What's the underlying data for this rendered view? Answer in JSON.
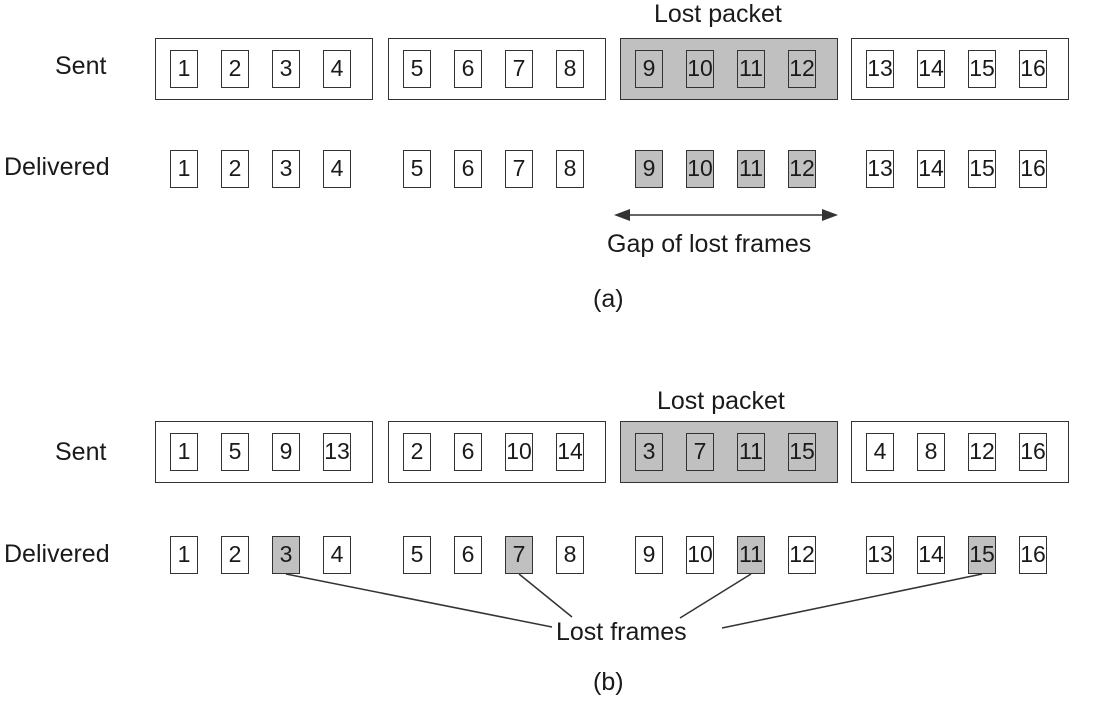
{
  "colors": {
    "lost_fill": "#c0c0c0",
    "line": "#333333",
    "background": "#ffffff"
  },
  "panel_a": {
    "lost_packet_label": "Lost packet",
    "sent_label": "Sent",
    "delivered_label": "Delivered",
    "sent_packets": [
      {
        "frames": [
          "1",
          "2",
          "3",
          "4"
        ],
        "lost": false
      },
      {
        "frames": [
          "5",
          "6",
          "7",
          "8"
        ],
        "lost": false
      },
      {
        "frames": [
          "9",
          "10",
          "11",
          "12"
        ],
        "lost": true
      },
      {
        "frames": [
          "13",
          "14",
          "15",
          "16"
        ],
        "lost": false
      }
    ],
    "delivered_frames": [
      "1",
      "2",
      "3",
      "4",
      "5",
      "6",
      "7",
      "8",
      "9",
      "10",
      "11",
      "12",
      "13",
      "14",
      "15",
      "16"
    ],
    "lost_frames": [
      "9",
      "10",
      "11",
      "12"
    ],
    "gap_label": "Gap of lost frames",
    "caption": "(a)"
  },
  "panel_b": {
    "lost_packet_label": "Lost packet",
    "sent_label": "Sent",
    "delivered_label": "Delivered",
    "sent_packets": [
      {
        "frames": [
          "1",
          "5",
          "9",
          "13"
        ],
        "lost": false
      },
      {
        "frames": [
          "2",
          "6",
          "10",
          "14"
        ],
        "lost": false
      },
      {
        "frames": [
          "3",
          "7",
          "11",
          "15"
        ],
        "lost": true
      },
      {
        "frames": [
          "4",
          "8",
          "12",
          "16"
        ],
        "lost": false
      }
    ],
    "delivered_frames": [
      "1",
      "2",
      "3",
      "4",
      "5",
      "6",
      "7",
      "8",
      "9",
      "10",
      "11",
      "12",
      "13",
      "14",
      "15",
      "16"
    ],
    "lost_frames": [
      "3",
      "7",
      "11",
      "15"
    ],
    "lost_frames_label": "Lost frames",
    "caption": "(b)"
  }
}
